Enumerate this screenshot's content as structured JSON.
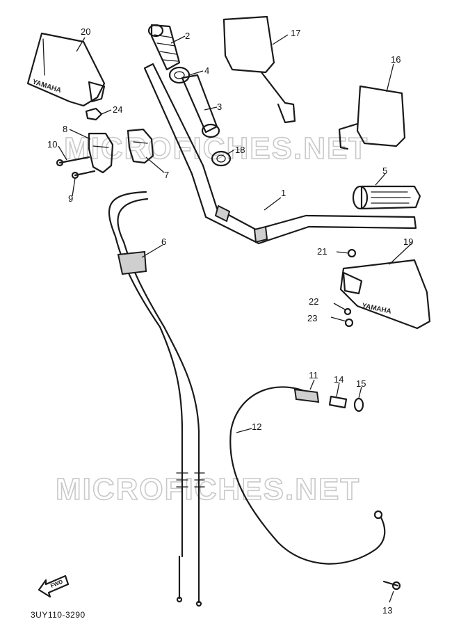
{
  "watermark": "MICROFICHES.NET",
  "diagram_code": "3UY110-3290",
  "direction_label": "FWD",
  "brand_mark": "YAMAHA",
  "callouts": {
    "p1": "1",
    "p2": "2",
    "p3": "3",
    "p4": "4",
    "p5": "5",
    "p6": "6",
    "p7": "7",
    "p8": "8",
    "p9": "9",
    "p10": "10",
    "p11": "11",
    "p12": "12",
    "p13": "13",
    "p14": "14",
    "p15": "15",
    "p16": "16",
    "p17": "17",
    "p18": "18",
    "p19": "19",
    "p20": "20",
    "p21": "21",
    "p22": "22",
    "p23": "23",
    "p24": "24"
  },
  "icons": {
    "direction": "forward-arrow-icon"
  }
}
